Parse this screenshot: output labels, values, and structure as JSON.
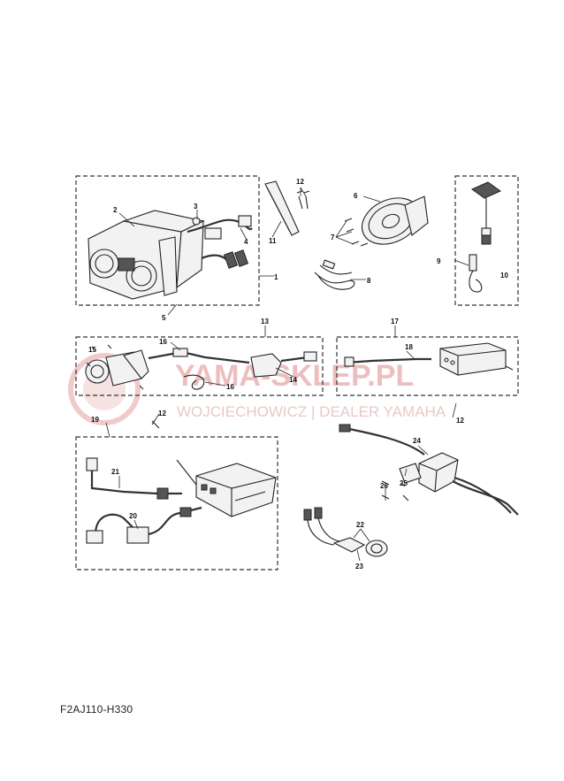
{
  "diagram_code": "F2AJ110-H330",
  "watermark": {
    "brand": "YAMA-SKLEP.PL",
    "dealer": "WOJCIECHOWICZ | DEALER YAMAHA"
  },
  "callouts": [
    "1",
    "2",
    "3",
    "4",
    "5",
    "6",
    "7",
    "8",
    "9",
    "10",
    "11",
    "12",
    "12",
    "12",
    "13",
    "14",
    "15",
    "16",
    "16",
    "17",
    "18",
    "19",
    "20",
    "21",
    "22",
    "23",
    "24",
    "25",
    "26"
  ],
  "colors": {
    "line": "#222222",
    "watermark": "#e08a8a"
  }
}
